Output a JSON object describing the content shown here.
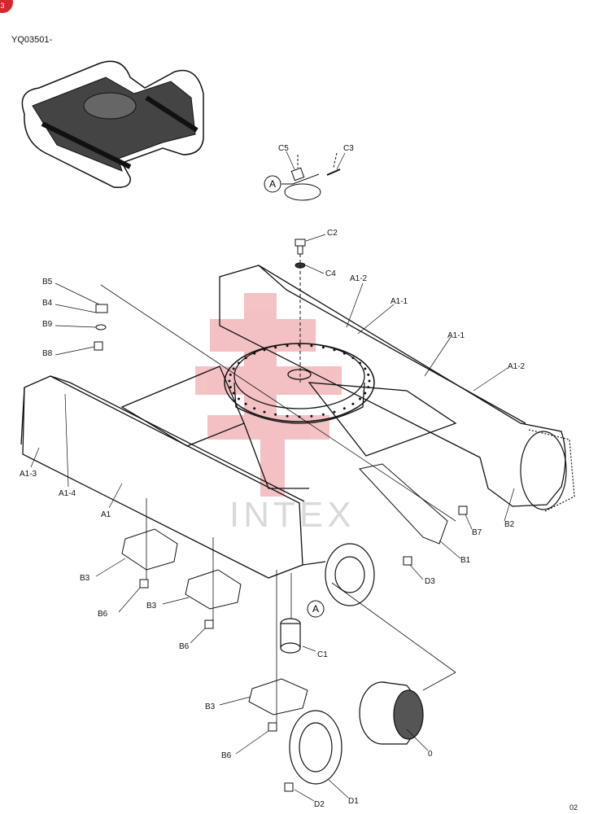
{
  "header": {
    "badge": "3",
    "doc_code": "YQ03501-"
  },
  "footer": {
    "page_number": "02"
  },
  "watermark": {
    "text": "INTEX",
    "color": "#d7262e"
  },
  "reference_marker": "A",
  "callouts": {
    "C5": "C5",
    "C3": "C3",
    "C2": "C2",
    "C4": "C4",
    "C1": "C1",
    "A1_2_left": "A1-2",
    "A1_1_left": "A1-1",
    "A1_1_right": "A1-1",
    "A1_2_right": "A1-2",
    "A1": "A1",
    "A1_3": "A1-3",
    "A1_4": "A1-4",
    "B5": "B5",
    "B4": "B4",
    "B9": "B9",
    "B8": "B8",
    "B3_a": "B3",
    "B3_b": "B3",
    "B3_c": "B3",
    "B6_a": "B6",
    "B6_b": "B6",
    "B6_c": "B6",
    "B7": "B7",
    "B2": "B2",
    "B1": "B1",
    "D3": "D3",
    "D2": "D2",
    "D1": "D1",
    "part_0": "0"
  }
}
